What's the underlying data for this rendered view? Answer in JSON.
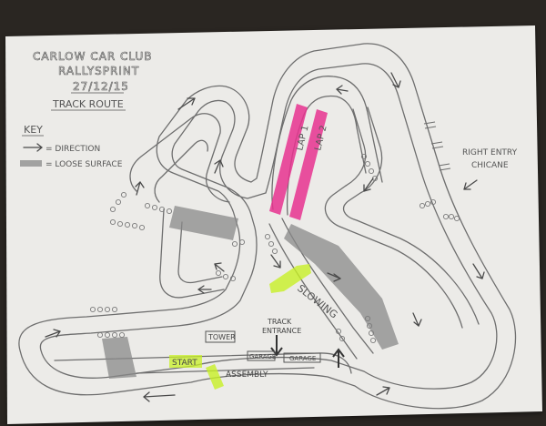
{
  "header": {
    "club": "CARLOW CAR CLUB",
    "event": "RALLYSPRINT",
    "date": "27/12/15",
    "subtitle": "TRACK ROUTE"
  },
  "key": {
    "title": "KEY",
    "direction_label": "= DIRECTION",
    "loose_label": "= LOOSE SURFACE"
  },
  "labels": {
    "right_entry": "RIGHT ENTRY",
    "chicane": "CHICANE",
    "slowing": "SLOWING",
    "track_entrance_1": "TRACK",
    "track_entrance_2": "ENTRANCE",
    "tower": "TOWER",
    "start": "START",
    "assembly": "ASSEMBLY",
    "garage_1": "GARAGE",
    "garage_2": "GARAGE",
    "lap_1": "LAP 1",
    "lap_2": "LAP 2"
  },
  "colors": {
    "paper": "#ecebe8",
    "pencil": "#6e6e6e",
    "pink_highlight": "#e8338f",
    "green_highlight": "#c8f025",
    "background": "#2a2622"
  }
}
